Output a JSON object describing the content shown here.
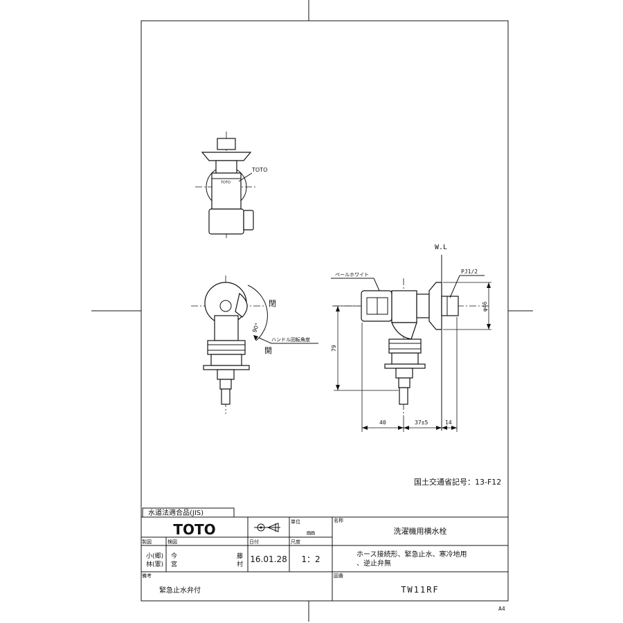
{
  "drawing": {
    "labels": {
      "toto_pointer": "TOTO",
      "wl": "W.L",
      "pj": "PJ1/2",
      "pale_white": "ペールホワイト",
      "open_top": "閉",
      "open_bottom": "開",
      "angle": "90°",
      "handle_angle": "ハンドル回転角度",
      "brand_small": "TOTO"
    },
    "dimensions": {
      "height": "79",
      "diameter": "φ46",
      "d40": "40",
      "d37": "37±5",
      "d14": "14"
    },
    "certification": "国土交通省記号：13-F12"
  },
  "title_block": {
    "jis": "水道法適合品(JIS)",
    "logo": "TOTO",
    "unit_label": "単位",
    "unit": "mm",
    "name_label": "名称",
    "name": "洗濯機用横水栓",
    "drawn_label": "製図",
    "drawn_by_1": "小(郷)",
    "drawn_by_2": "林(憲)",
    "checked_label": "検図",
    "checked_by_1": "今",
    "checked_by_2": "宮",
    "approved_1": "藤",
    "approved_2": "村",
    "date_label": "日付",
    "date": "16.01.28",
    "scale_label": "尺度",
    "scale": "1：2",
    "desc_1": "ホース接続形、緊急止水、寒冷地用",
    "desc_2": "、逆止弁無",
    "remarks_label": "備考",
    "remarks": "緊急止水弁付",
    "number_label": "図番",
    "number": "TW11RF",
    "paper_size": "A4"
  }
}
